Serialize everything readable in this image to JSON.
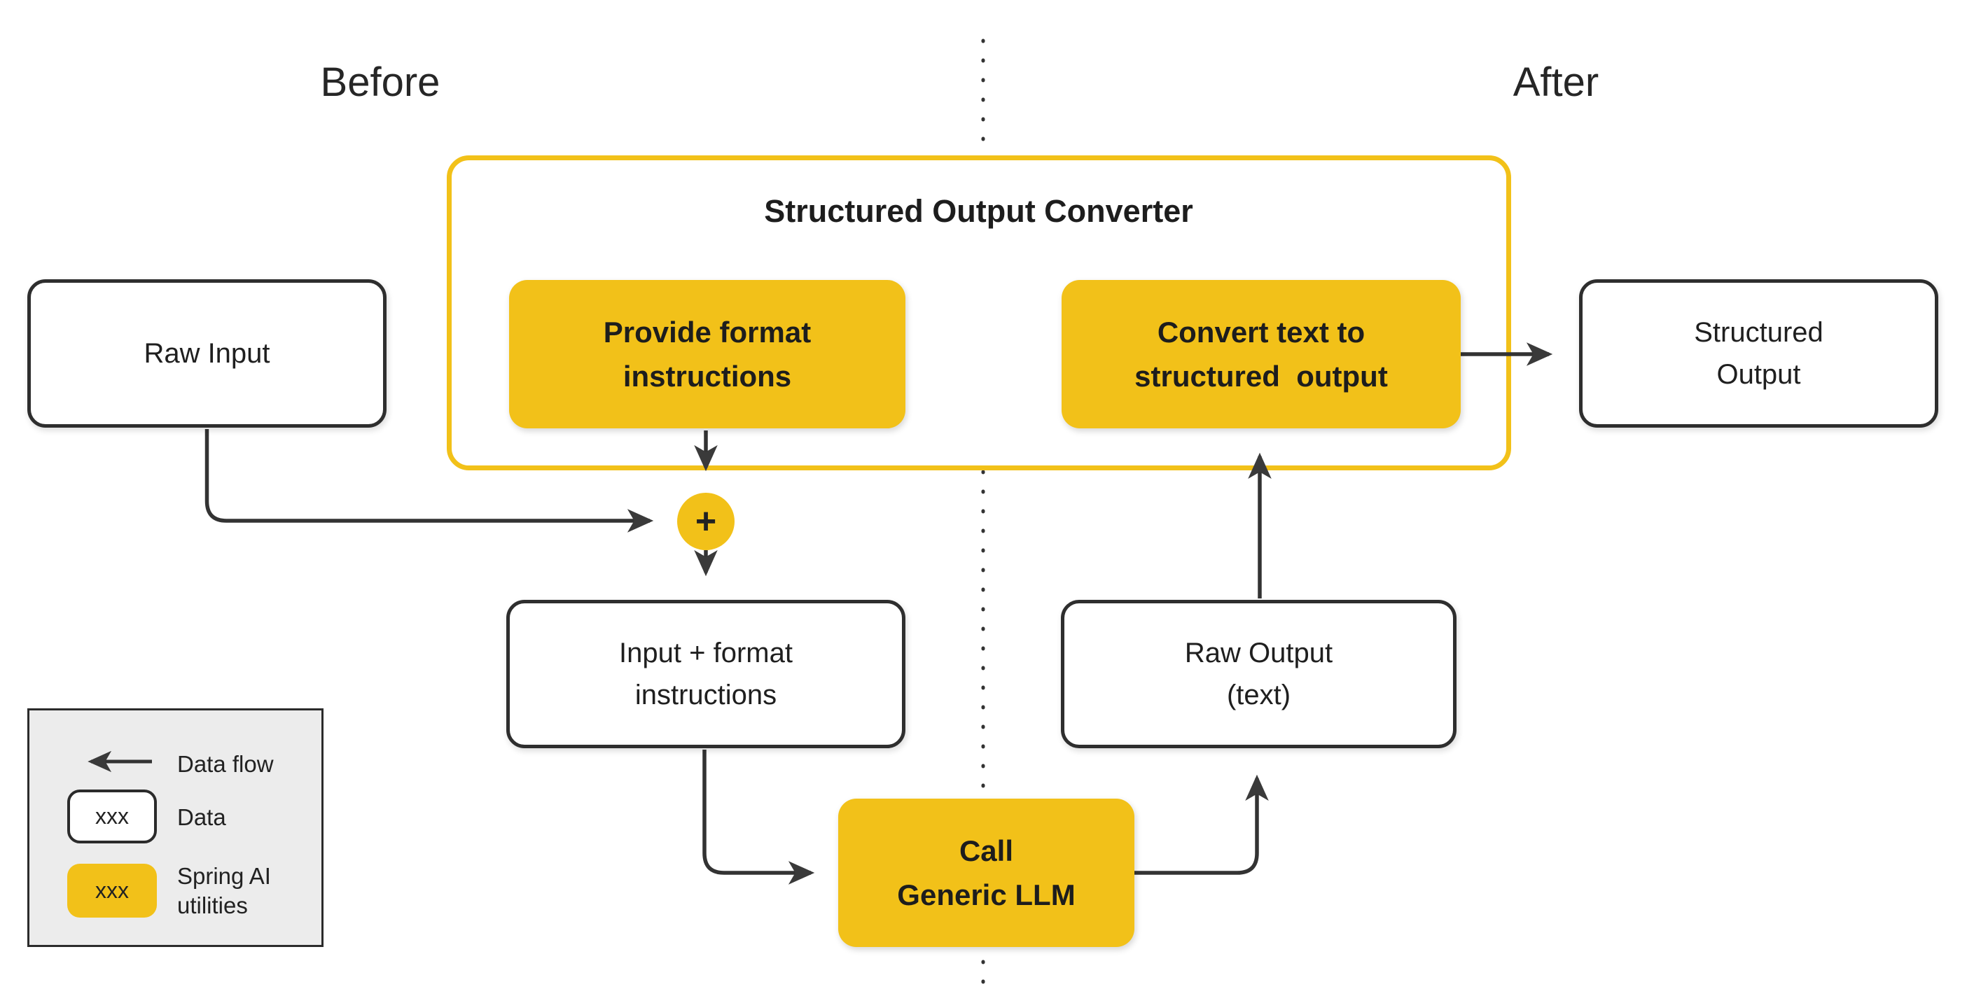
{
  "labels": {
    "before": "Before",
    "after": "After"
  },
  "converter": {
    "title": "Structured Output Converter",
    "provide_box": "Provide format\ninstructions",
    "convert_box": "Convert text to\nstructured  output"
  },
  "nodes": {
    "raw_input": "Raw Input",
    "structured_output": "Structured\nOutput",
    "input_format": "Input + format\ninstructions",
    "raw_output": "Raw Output\n(text)",
    "call_llm": "Call\nGeneric LLM",
    "plus": "+"
  },
  "legend": {
    "data_flow": "Data flow",
    "data": "Data",
    "spring_ai": "Spring AI utilities",
    "chip_placeholder": "xxx"
  },
  "colors": {
    "accent_yellow": "#F2C119",
    "stroke_dark": "#333333",
    "legend_bg": "#ECECEC"
  }
}
